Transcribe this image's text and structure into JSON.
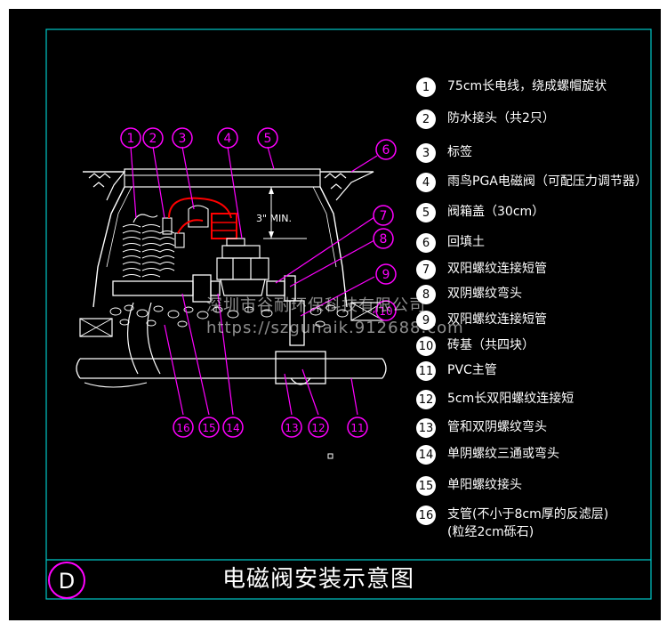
{
  "title": "电磁阀安装示意图",
  "sheet_label": "D",
  "dimension_label": "3\" MIN.",
  "watermark": {
    "line1": "深圳市谷耐环保科技有限公司",
    "line2": "https://szgunaik.912688.com"
  },
  "callout_numbers": [
    "1",
    "2",
    "3",
    "4",
    "5",
    "6",
    "7",
    "8",
    "9",
    "10",
    "11",
    "12",
    "13",
    "14",
    "15",
    "16"
  ],
  "legend": [
    {
      "num": "1",
      "text": "75cm长电线，绕成螺帽旋状"
    },
    {
      "num": "2",
      "text": "防水接头（共2只）"
    },
    {
      "num": "3",
      "text": "标签"
    },
    {
      "num": "4",
      "text": "雨鸟PGA电磁阀（可配压力调节器）"
    },
    {
      "num": "5",
      "text": "阀箱盖（30cm）"
    },
    {
      "num": "6",
      "text": "回填土"
    },
    {
      "num": "7",
      "text": "双阳螺纹连接短管"
    },
    {
      "num": "8",
      "text": "双阴螺纹弯头"
    },
    {
      "num": "9",
      "text": "双阳螺纹连接短管"
    },
    {
      "num": "10",
      "text": "砖基（共四块）"
    },
    {
      "num": "11",
      "text": "PVC主管"
    },
    {
      "num": "12",
      "text": "5cm长双阳螺纹连接短"
    },
    {
      "num": "13",
      "text": "管和双阴螺纹弯头"
    },
    {
      "num": "14",
      "text": "单阴螺纹三通或弯头"
    },
    {
      "num": "15",
      "text": "单阳螺纹接头"
    },
    {
      "num": "16",
      "text": "支管(不小于8cm厚的反滤层)",
      "text2": "(粒经2cm砾石)"
    }
  ],
  "colors": {
    "background": "#000000",
    "frame": "#00c8c8",
    "callout": "#ff00ff",
    "pipe": "#ffffff",
    "valve_red": "#ff0000",
    "legend_circle": "#ffffff"
  }
}
